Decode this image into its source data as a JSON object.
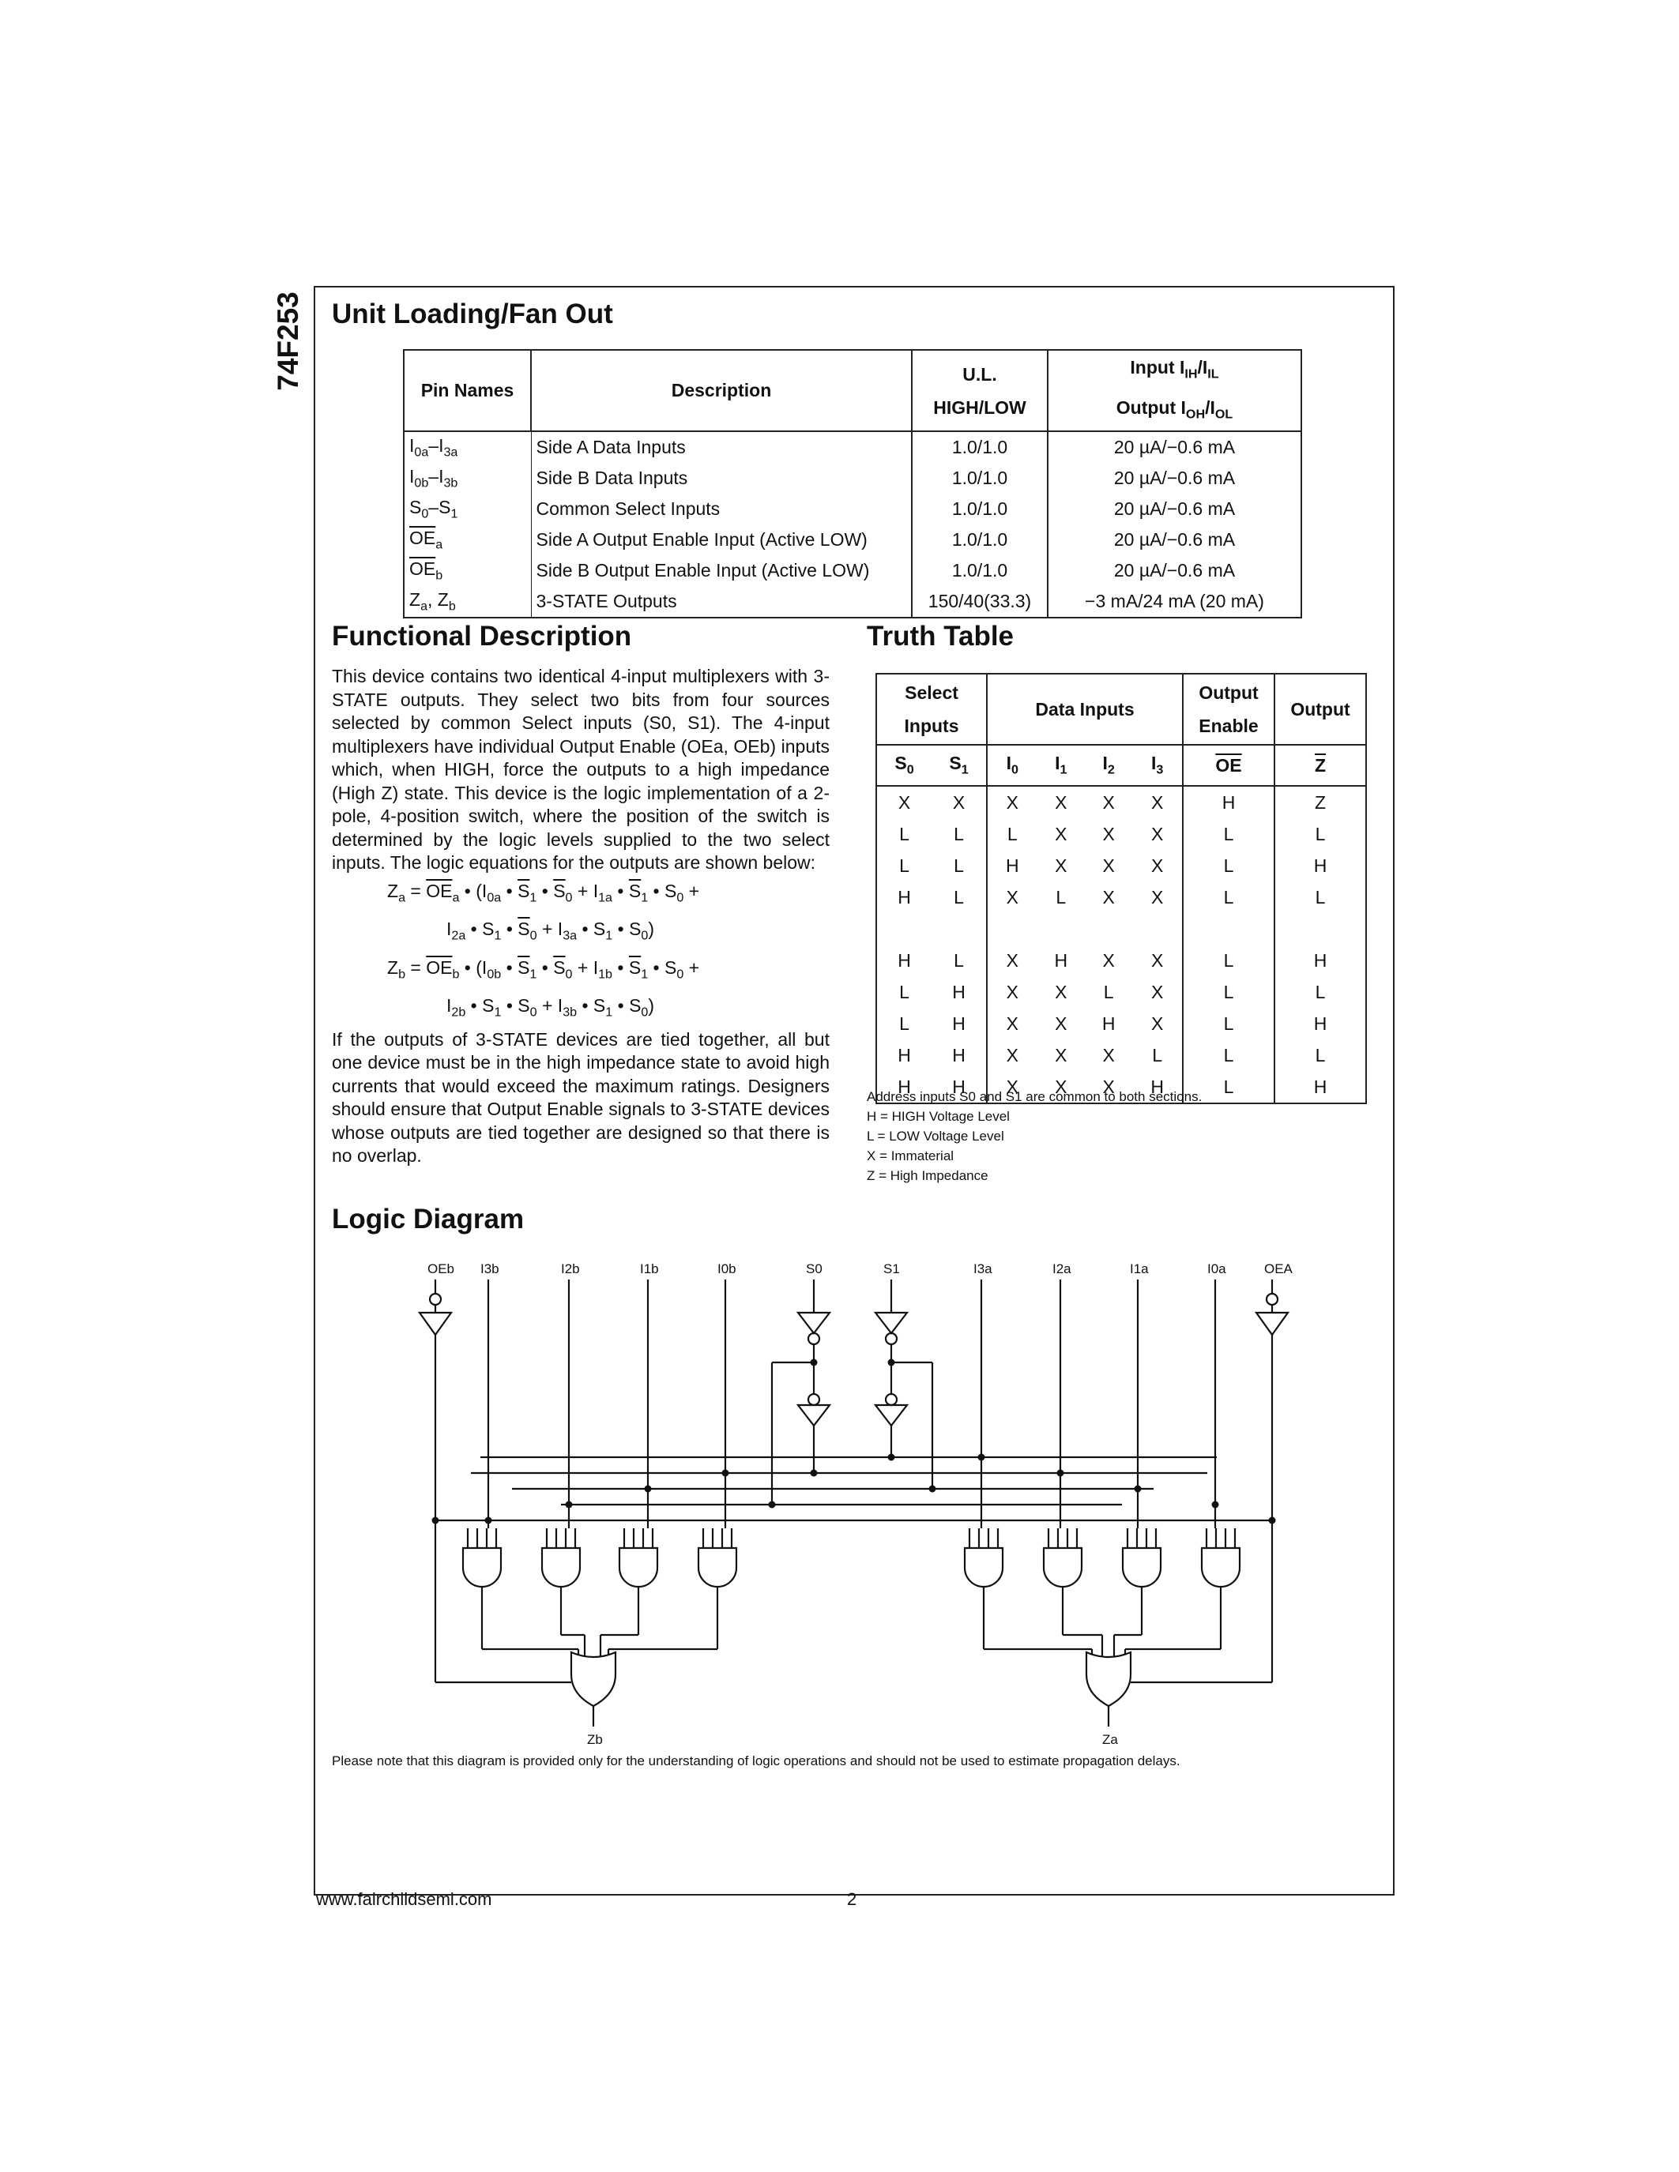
{
  "side_label": "74F253",
  "sections": {
    "unit_loading": "Unit Loading/Fan Out",
    "functional": "Functional Description",
    "truth_table": "Truth Table",
    "logic": "Logic Diagram"
  },
  "unit_table": {
    "headers": {
      "pin_names": "Pin Names",
      "description": "Description",
      "ul_top": "U.L.",
      "ul_bottom": "HIGH/LOW",
      "input_top": "Input I",
      "input_top_sub1": "IH",
      "input_top_sub2": "IL",
      "output_bottom": "Output I",
      "output_sub1": "OH",
      "output_sub2": "OL"
    },
    "rows": [
      {
        "pin": "I",
        "pin_a": "0a",
        "pin_b": "–I",
        "pin_c": "3a",
        "desc": "Side A Data Inputs",
        "ul": "1.0/1.0",
        "io": "20 µA/−0.6 mA"
      },
      {
        "pin": "I",
        "pin_a": "0b",
        "pin_b": "–I",
        "pin_c": "3b",
        "desc": "Side B Data Inputs",
        "ul": "1.0/1.0",
        "io": "20 µA/−0.6 mA"
      },
      {
        "pin": "S",
        "pin_a": "0",
        "pin_b": "–S",
        "pin_c": "1",
        "desc": "Common Select Inputs",
        "ul": "1.0/1.0",
        "io": "20 µA/−0.6 mA"
      },
      {
        "pin": "OE",
        "pin_a": "a",
        "pin_b": "",
        "pin_c": "",
        "desc": "Side A Output Enable Input (Active LOW)",
        "ul": "1.0/1.0",
        "io": "20 µA/−0.6 mA"
      },
      {
        "pin": "OE",
        "pin_a": "b",
        "pin_b": "",
        "pin_c": "",
        "desc": "Side B Output Enable Input (Active LOW)",
        "ul": "1.0/1.0",
        "io": "20 µA/−0.6 mA"
      },
      {
        "pin": "Z",
        "pin_a": "a",
        "pin_b": ", Z",
        "pin_c": "b",
        "desc": "3-STATE Outputs",
        "ul": "150/40(33.3)",
        "io": "−3 mA/24 mA (20 mA)"
      }
    ]
  },
  "functional_text": {
    "p1": "This device contains two identical 4-input multiplexers with 3-STATE outputs. They select two bits from four sources selected by common Select inputs (S0, S1). The 4-input multiplexers have individual Output Enable (OEa, OEb) inputs which, when HIGH, force the outputs to a high impedance (High Z) state. This device is the logic implementation of a 2-pole, 4-position switch, where the position of the switch is determined by the logic levels supplied to the two select inputs. The logic equations for the outputs are shown below:",
    "p2": "If the outputs of 3-STATE devices are tied together, all but one device must be in the high impedance state to avoid high currents that would exceed the maximum ratings. Designers should ensure that Output Enable signals to 3-STATE devices whose outputs are tied together are designed so that there is no overlap."
  },
  "truth": {
    "h_select": "Select",
    "h_inputs": "Inputs",
    "h_data": "Data Inputs",
    "h_output": "Output",
    "h_enable": "Enable",
    "h_out": "Output",
    "cols": [
      "S0",
      "S1",
      "I0",
      "I1",
      "I2",
      "I3",
      "OE",
      "Z"
    ],
    "rows": [
      [
        "X",
        "X",
        "X",
        "X",
        "X",
        "X",
        "H",
        "Z"
      ],
      [
        "L",
        "L",
        "L",
        "X",
        "X",
        "X",
        "L",
        "L"
      ],
      [
        "L",
        "L",
        "H",
        "X",
        "X",
        "X",
        "L",
        "H"
      ],
      [
        "H",
        "L",
        "X",
        "L",
        "X",
        "X",
        "L",
        "L"
      ],
      [
        "",
        "",
        "",
        "",
        "",
        "",
        "",
        ""
      ],
      [
        "H",
        "L",
        "X",
        "H",
        "X",
        "X",
        "L",
        "H"
      ],
      [
        "L",
        "H",
        "X",
        "X",
        "L",
        "X",
        "L",
        "L"
      ],
      [
        "L",
        "H",
        "X",
        "X",
        "H",
        "X",
        "L",
        "H"
      ],
      [
        "H",
        "H",
        "X",
        "X",
        "X",
        "L",
        "L",
        "L"
      ],
      [
        "H",
        "H",
        "X",
        "X",
        "X",
        "H",
        "L",
        "H"
      ]
    ],
    "notes": [
      "Address inputs S0 and S1 are common to both sections.",
      "H = HIGH Voltage Level",
      "L = LOW Voltage Level",
      "X = Immaterial",
      "Z = High Impedance"
    ]
  },
  "diagram": {
    "top_labels": [
      "OEb",
      "I3b",
      "I2b",
      "I1b",
      "I0b",
      "S0",
      "S1",
      "I3a",
      "I2a",
      "I1a",
      "I0a",
      "OEA"
    ],
    "out_b": "Zb",
    "out_a": "Za"
  },
  "disclaimer": "Please note that this diagram is provided only for the understanding of logic operations and should not be used to estimate propagation delays.",
  "footer": {
    "url": "www.fairchildsemi.com",
    "page": "2"
  }
}
